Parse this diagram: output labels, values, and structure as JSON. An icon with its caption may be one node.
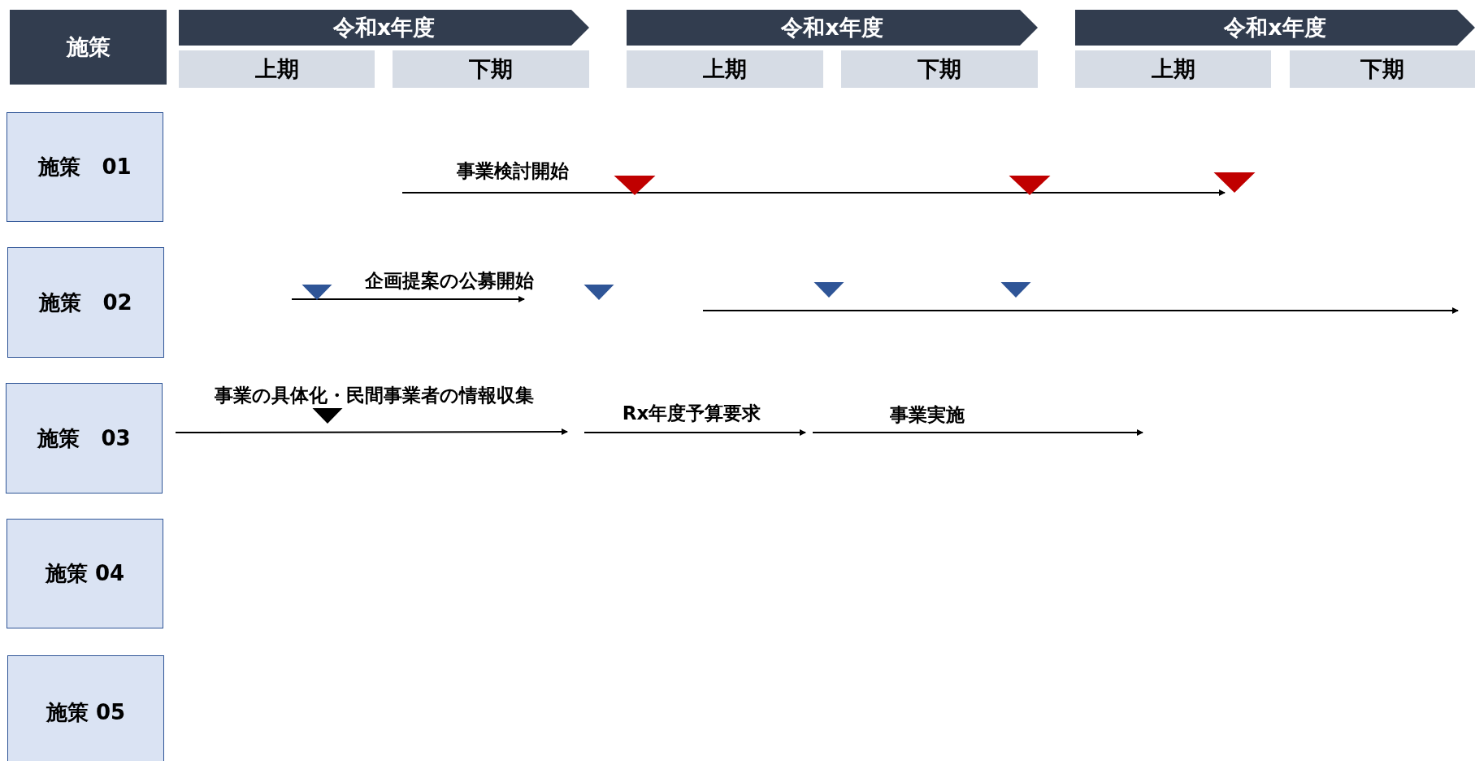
{
  "diagram": {
    "nodes": [
      {
        "text": [
          "施策"
        ]
      },
      {
        "text": [
          "令和x年度"
        ]
      },
      {
        "text": [
          "令和x年度"
        ]
      },
      {
        "text": [
          "令和x年度"
        ]
      },
      {
        "text": [
          "上期"
        ]
      },
      {
        "text": [
          "下期"
        ]
      },
      {
        "text": [
          "上期"
        ]
      },
      {
        "text": [
          "下期"
        ]
      },
      {
        "text": [
          "上期"
        ]
      },
      {
        "text": [
          "下期"
        ]
      },
      {
        "text": [
          "施策　01"
        ]
      },
      {
        "text": [
          "施策　02"
        ]
      },
      {
        "text": [
          "施策　03"
        ]
      },
      {
        "text": [
          "施策 04"
        ]
      },
      {
        "text": [
          "施策 05"
        ]
      }
    ],
    "labels": [
      "事業検討開始",
      "企画提案の公募開始",
      "事業の具体化・民間事業者の情報収集",
      "Rx年度予算要求",
      "事業実施"
    ]
  }
}
